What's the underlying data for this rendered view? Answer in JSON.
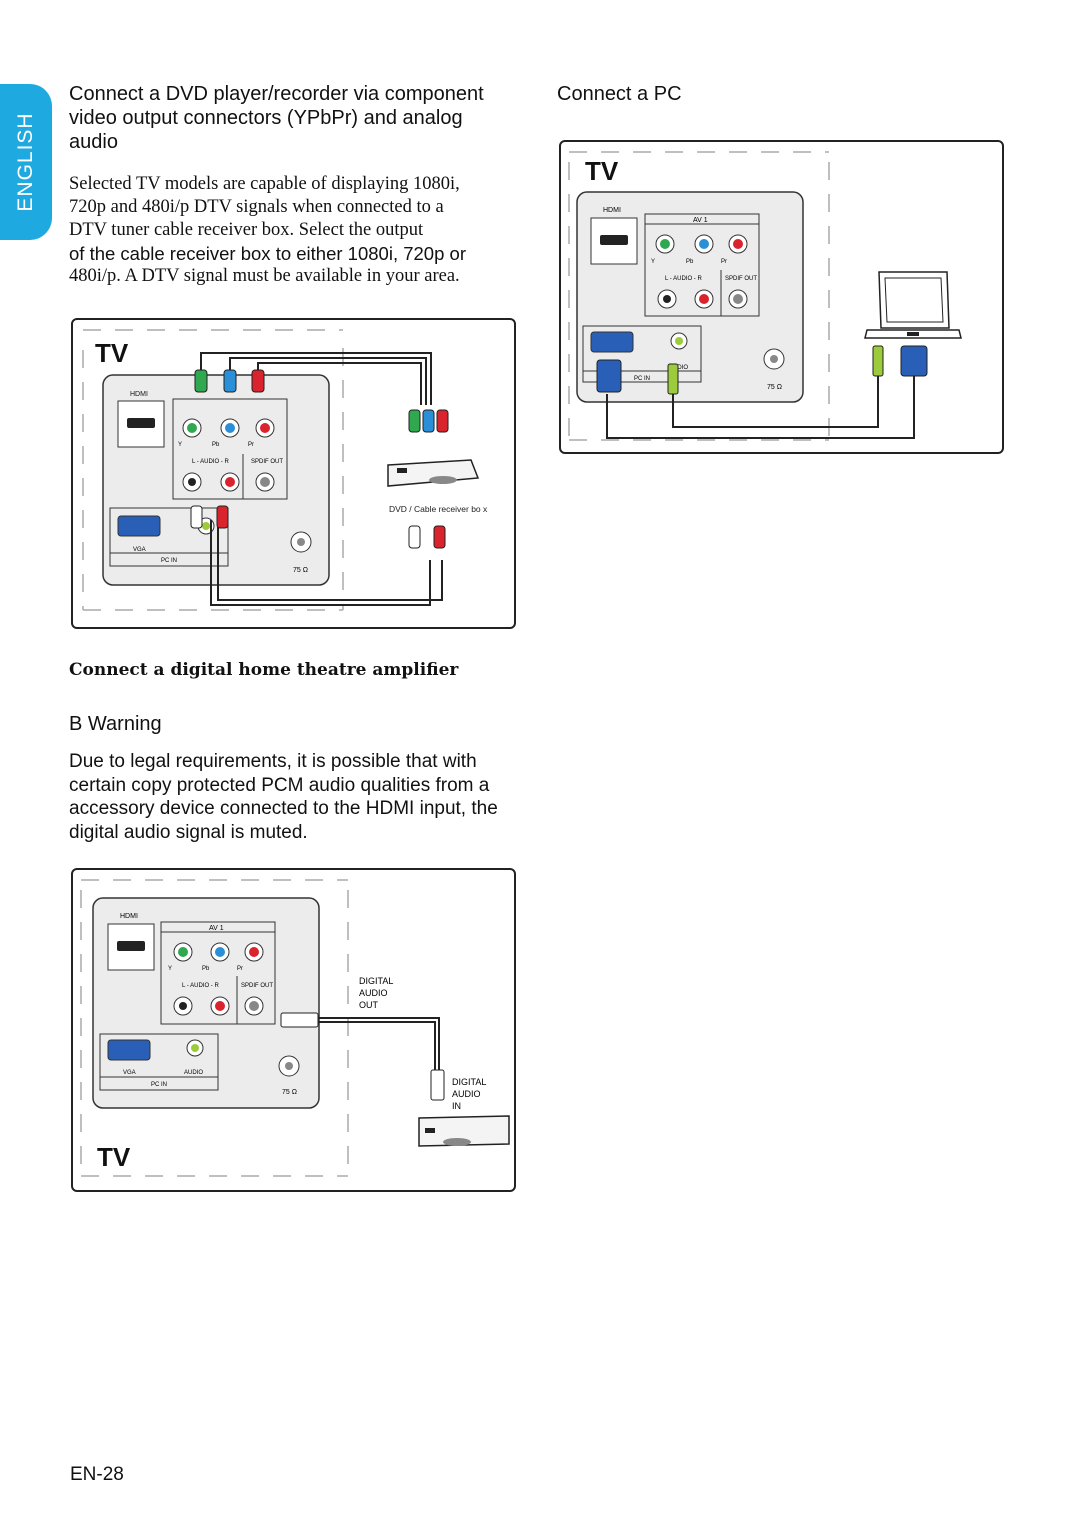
{
  "side_tab": {
    "label": "ENGLISH"
  },
  "left_heading": [
    "Connect a DVD player/recorder via component",
    "video output connectors (YPbPr) and analog",
    "audio"
  ],
  "left_body": [
    "Selected TV models are capable of displaying 1080i,",
    "720p and 480i/p DTV signals when connected to a",
    "DTV tuner cable receiver box.  Select the output",
    "of the cable receiver box to either 1080i, 720p or",
    "480i/p.  A DTV signal must be available in your area."
  ],
  "right_heading": "Connect a PC",
  "panel_labels": {
    "tv": "TV",
    "hdmi": "HDMI",
    "av1": "AV 1",
    "y": "Y",
    "pb": "Pb",
    "pr": "Pr",
    "audio_lr": "L - AUDIO - R",
    "spdif": "SPDIF OUT",
    "vga": "VGA",
    "audio": "AUDIO",
    "pc_in": "PC IN",
    "ohm": "75 Ω"
  },
  "dvd_caption": "DVD / Cable receiver bo  x",
  "amp_heading": "Connect a digital home theatre amplifier",
  "warning_heading": "B  Warning",
  "warning_body": [
    "Due to legal requirements, it is possible that with",
    "certain copy protected PCM audio qualities from a",
    "accessory device connected to the HDMI input, the",
    "digital audio signal is muted."
  ],
  "digital_out": [
    "DIGITAL",
    "AUDIO",
    "OUT"
  ],
  "digital_in": [
    "DIGITAL",
    "AUDIO",
    "IN"
  ],
  "page_number": "EN-28",
  "colors": {
    "tab": "#1fa9e1",
    "green": "#2fa84f",
    "blue": "#2a8fd6",
    "red": "#d9232d",
    "lime": "#9ccb3b"
  }
}
